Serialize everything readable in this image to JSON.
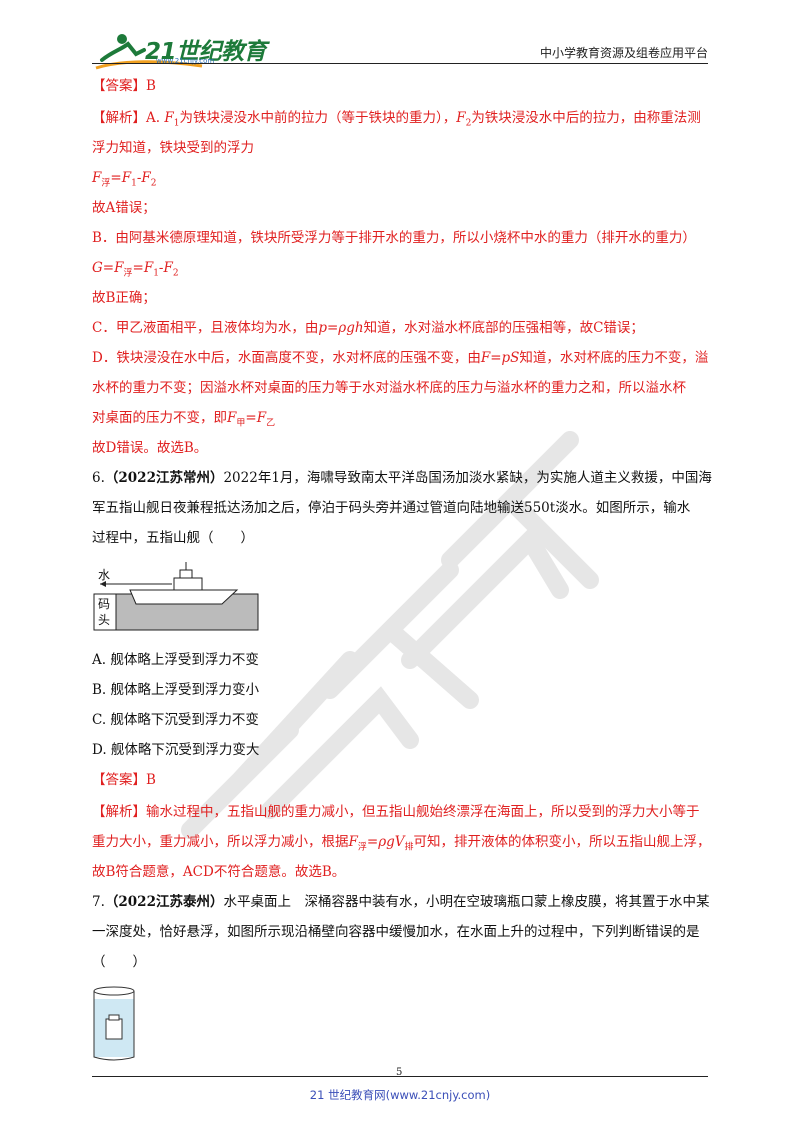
{
  "header": {
    "logo_text": "21世纪教育",
    "logo_url": "www.21cnjy.com",
    "platform": "中小学教育资源及组卷应用平台"
  },
  "q5": {
    "answer": "【答案】B",
    "analysis_tag": "【解析】",
    "a_line1_pre": "A. ",
    "a_line1_text1": "为铁块浸没水中前的拉力（等于铁块的重力），",
    "a_line1_text2": "为铁块浸没水中后的拉力，由称重法测",
    "a_line2": "浮力知道，铁块受到的浮力",
    "a_formula": "F浮=F1-F2",
    "a_conclusion": "故A错误；",
    "b_line1": "B．由阿基米德原理知道，铁块所受浮力等于排开水的重力，所以小烧杯中水的重力（排开水的重力）",
    "b_formula": "G=F浮=F1-F2",
    "b_conclusion": "故B正确；",
    "c_line_pre": "C．甲乙液面相平，且液体均为水，由",
    "c_line_formula": "p=ρgh",
    "c_line_post": "知道，水对溢水杯底部的压强相等，故C错误；",
    "d_line1_pre": "D．铁块浸没在水中后，水面高度不变，水对杯底的压强不变，由",
    "d_line1_formula": "F=pS",
    "d_line1_post": "知道，水对杯底的压力不变，溢",
    "d_line2": "水杯的重力不变；因溢水杯对桌面的压力等于水对溢水杯底的压力与溢水杯的重力之和，所以溢水杯",
    "d_line3_pre": "对桌面的压力不变，即",
    "d_line3_formula": "F甲=F乙",
    "d_conclusion": "故D错误。故选B。"
  },
  "q6": {
    "number": "6.",
    "source": "（2022江苏常州）",
    "stem_line1": "2022年1月，海啸导致南太平洋岛国汤加淡水紧缺，为实施人道主义救援，中国海",
    "stem_line2": "军五指山舰日夜兼程抵达汤加之后，停泊于码头旁并通过管道向陆地输送550t淡水。如图所示，输水",
    "stem_line3": "过程中，五指山舰（　　）",
    "figure_water_label": "水",
    "figure_dock_label1": "码",
    "figure_dock_label2": "头",
    "options": [
      "A. 舰体略上浮受到浮力不变",
      "B. 舰体略上浮受到浮力变小",
      "C. 舰体略下沉受到浮力不变",
      "D. 舰体略下沉受到浮力变大"
    ],
    "answer": "【答案】B",
    "analysis_tag": "【解析】",
    "analysis_line1": "输水过程中，五指山舰的重力减小，但五指山舰始终漂浮在海面上，所以受到的浮力大小等于",
    "analysis_line2_pre": "重力大小，重力减小，所以浮力减小，根据",
    "analysis_line2_formula": "F浮=ρgV排",
    "analysis_line2_post": "可知，排开液体的体积变小，所以五指山舰上浮，",
    "analysis_line3": "故B符合题意，ACD不符合题意。故选B。"
  },
  "q7": {
    "number": "7.",
    "source": "（2022江苏泰州）",
    "stem_line1": "水平桌面上　深桶容器中装有水，小明在空玻璃瓶口蒙上橡皮膜，将其置于水中某",
    "stem_line2": "一深度处，恰好悬浮，如图所示现沿桶壁向容器中缓慢加水，在水面上升的过程中，下列判断错误的是",
    "stem_line3": "（　　）"
  },
  "footer": {
    "page_number": "5",
    "site": "21 世纪教育网(www.21cnjy.com)"
  },
  "colors": {
    "answer_red": "#e02020",
    "footer_blue": "#3b4fb8",
    "logo_green": "#1d7a3a"
  }
}
